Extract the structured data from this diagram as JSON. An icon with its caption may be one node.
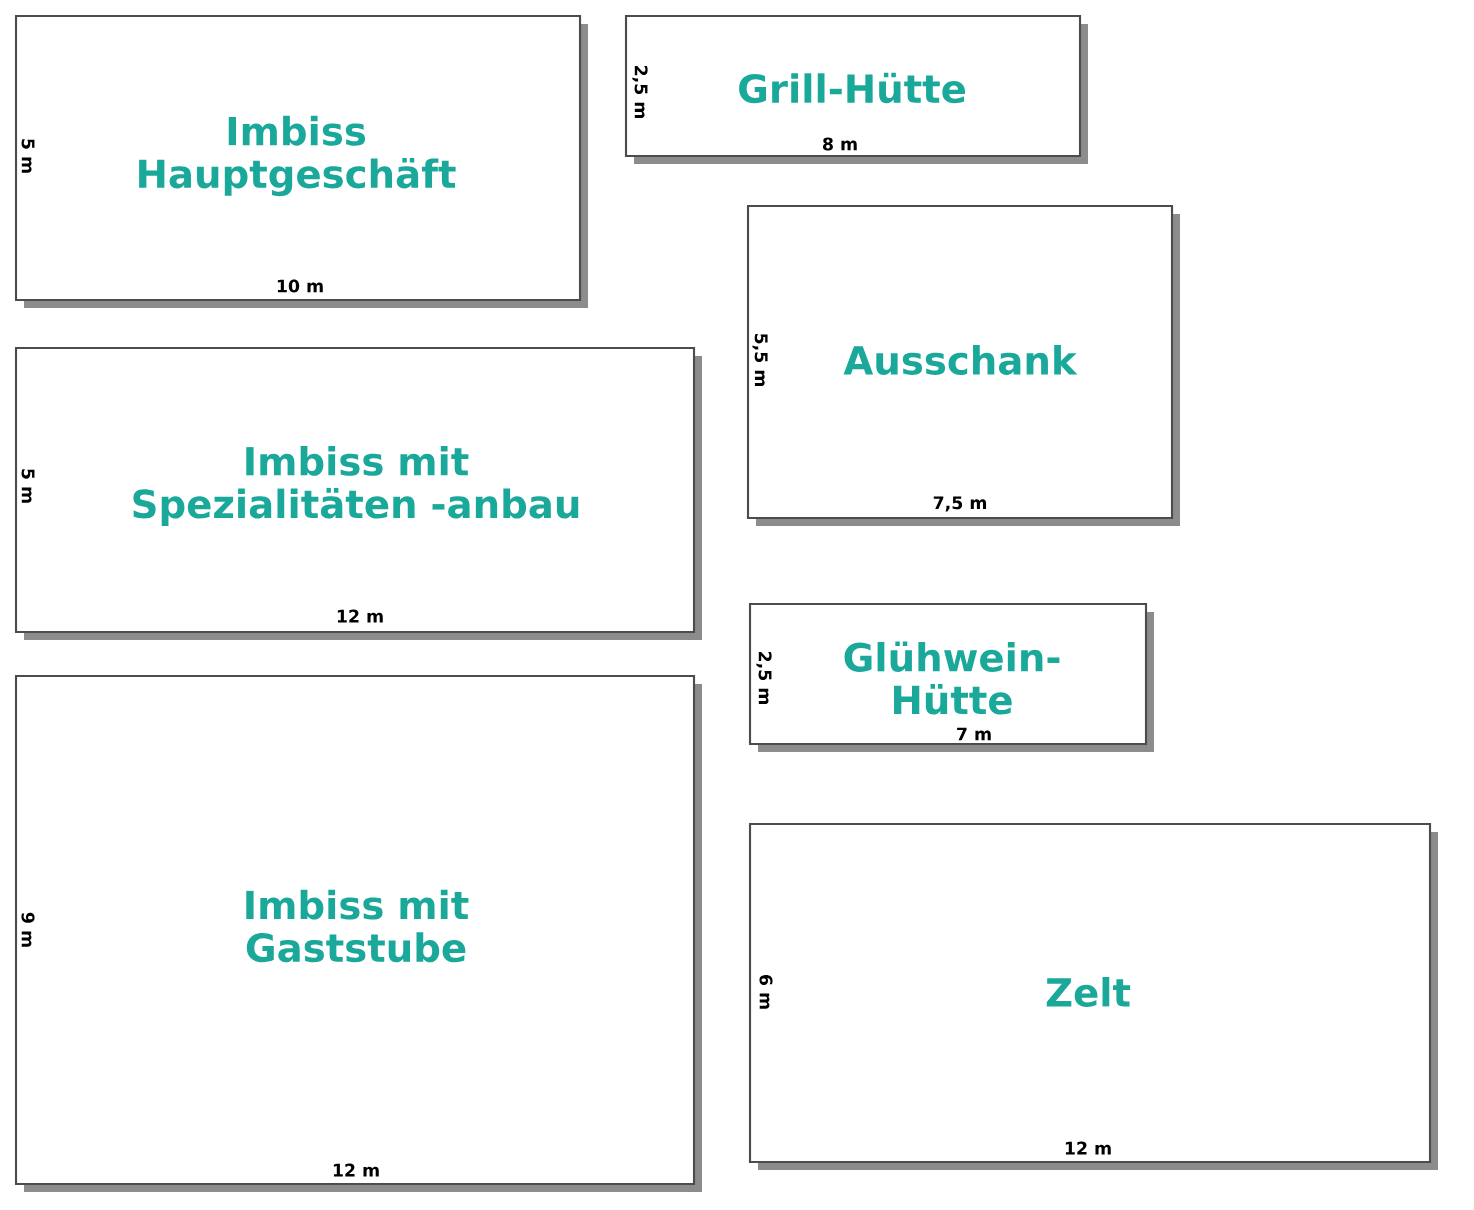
{
  "diagram": {
    "nodes": [
      {
        "text": [
          "Imbiss Hauptgeschäft",
          "10 m",
          "5 m"
        ]
      },
      {
        "text": [
          "Grill-Hütte",
          "8 m",
          "2,5 m"
        ]
      },
      {
        "text": [
          "Ausschank",
          "7,5 m",
          "5,5 m"
        ]
      },
      {
        "text": [
          "Imbiss mit Spezialitäten -anbau",
          "12 m",
          "5 m"
        ]
      },
      {
        "text": [
          "Glühwein-Hütte",
          "7 m",
          "2,5 m"
        ]
      },
      {
        "text": [
          "Imbiss mit Gaststube",
          "12 m",
          "9 m"
        ]
      },
      {
        "text": [
          "Zelt",
          "12 m",
          "6 m"
        ]
      }
    ]
  }
}
